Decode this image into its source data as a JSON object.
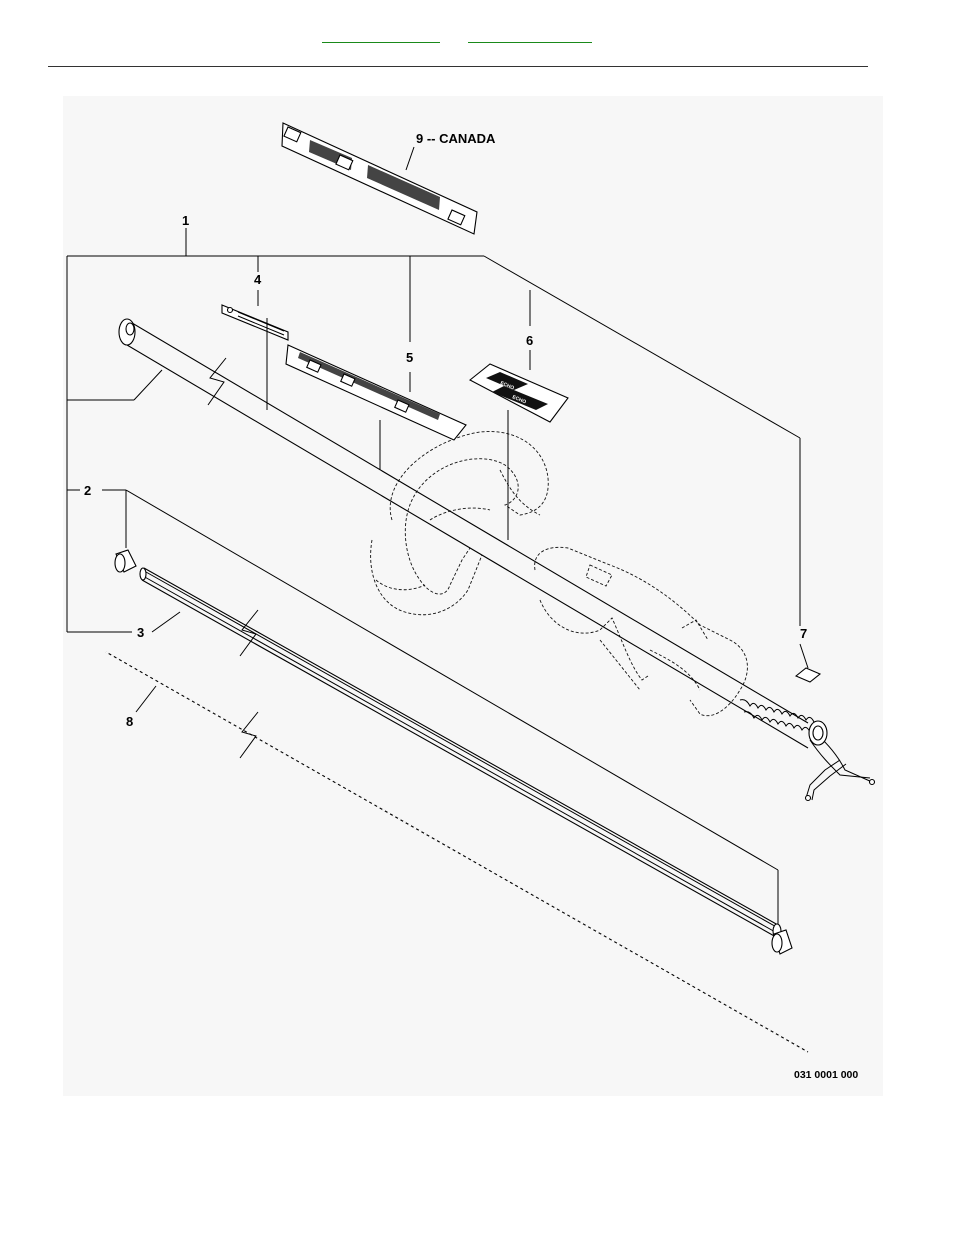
{
  "header": {
    "links": [
      "",
      ""
    ]
  },
  "diagram": {
    "callouts": {
      "c1": "1",
      "c2": "2",
      "c3": "3",
      "c4": "4",
      "c5": "5",
      "c6": "6",
      "c7": "7",
      "c8": "8",
      "c9": "9 -- CANADA"
    },
    "drawing_number": "031 0001 000",
    "decal_brand": "ECHO"
  }
}
